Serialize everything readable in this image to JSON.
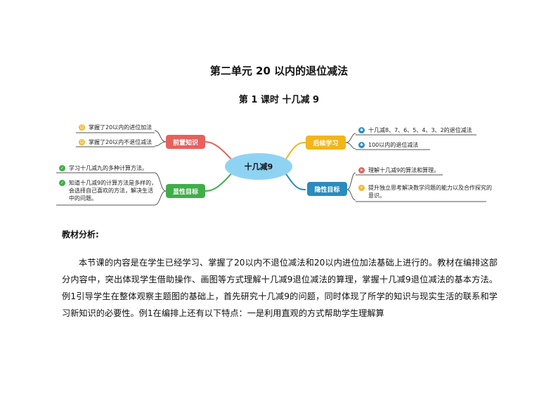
{
  "doc": {
    "title": "第二单元  20 以内的退位减法",
    "subtitle": "第 1 课时  十几减 9",
    "heading": "教材分析:",
    "paragraph": "本节课的内容是在学生已经学习、掌握了20以内不退位减法和20以内进位加法基础上进行的。教材在编排这部分内容中，突出体现学生借助操作、画图等方式理解十几减9退位减法的算理，掌握十几减9退位减法的基本方法。例1引导学生在整体观察主题图的基础上，首先研究十几减9的问题，同时体现了所学的知识与现实生活的联系和学习新知识的必要性。例1在编排上还有以下特点：一是利用直观的方式帮助学生理解算"
  },
  "mindmap": {
    "center": "十几减9",
    "prior": {
      "label": "前置知识",
      "color": "#e4625c",
      "items": [
        "掌握了20以内的进位加法",
        "掌握了20以内不退位减法"
      ]
    },
    "explicit": {
      "label": "显性目标",
      "color": "#3fae49",
      "items": [
        "学习十几减九的多种计算方法。",
        "知道十几减9的计算方法是多样的，会选择自己喜欢的方法，解决生活中的问题。"
      ]
    },
    "follow": {
      "label": "后续学习",
      "color": "#f2b51c",
      "items": [
        "十几减8、7、6、5、4、3、2的退位减法",
        "100以内的退位减法"
      ]
    },
    "implicit": {
      "label": "隐性目标",
      "color": "#2a8bbd",
      "items": [
        "理解十几减9的算法和算理。",
        "提升独立思考解决数学问题的能力以及合作探究的意识。"
      ]
    }
  }
}
